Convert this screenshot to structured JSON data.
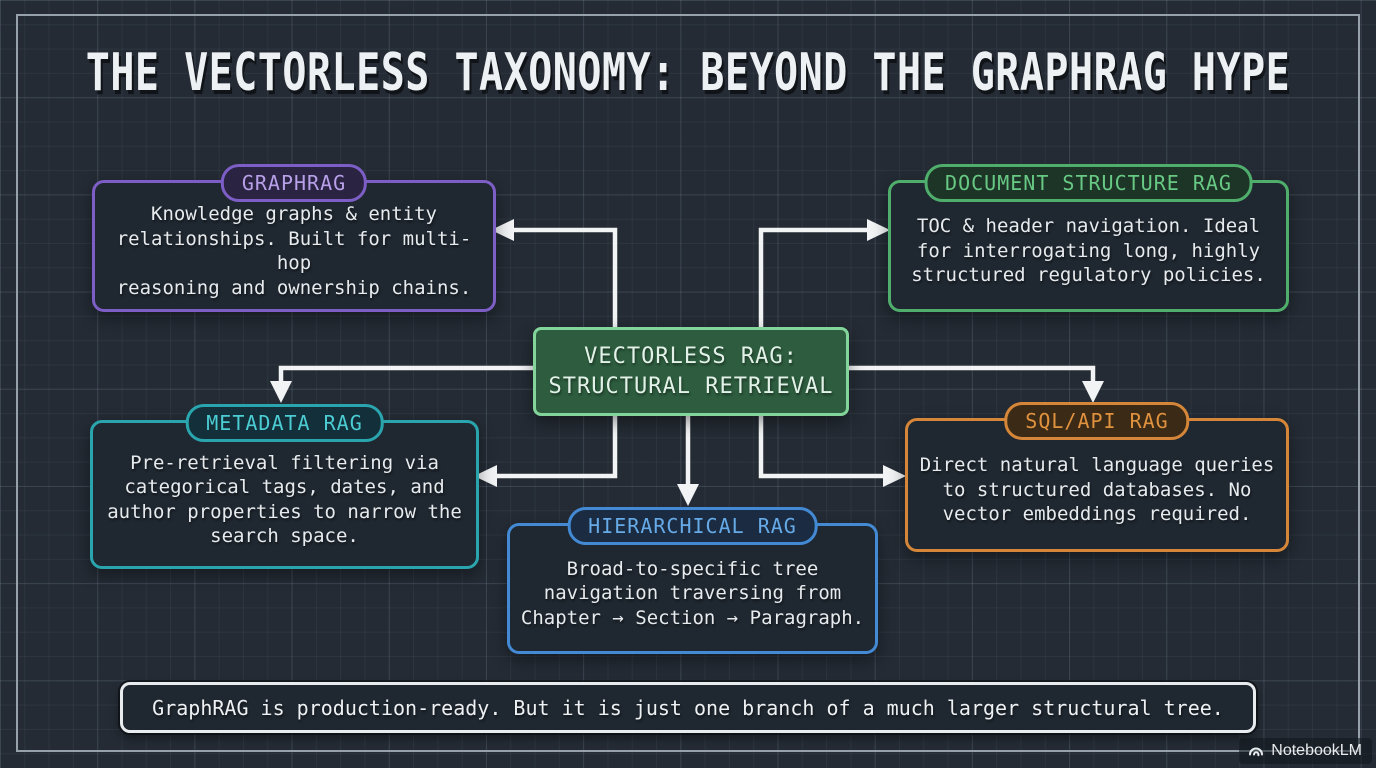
{
  "title": "THE VECTORLESS TAXONOMY: BEYOND THE GRAPHRAG HYPE",
  "center": {
    "label": "VECTORLESS RAG:\nSTRUCTURAL RETRIEVAL",
    "fill": "#2d5c3e",
    "border": "#82d49a"
  },
  "nodes": {
    "graphrag": {
      "label": "GRAPHRAG",
      "body": "Knowledge graphs & entity\nrelationships. Built for multi-hop\nreasoning and ownership chains.",
      "accent": "#7d5ec6"
    },
    "document_structure": {
      "label": "DOCUMENT STRUCTURE RAG",
      "body": "TOC & header navigation. Ideal\nfor interrogating long, highly\nstructured regulatory policies.",
      "accent": "#4fae6c"
    },
    "metadata": {
      "label": "METADATA RAG",
      "body": "Pre-retrieval filtering via\ncategorical tags, dates, and\nauthor properties to narrow the\nsearch space.",
      "accent": "#2aa4ad"
    },
    "sql_api": {
      "label": "SQL/API RAG",
      "body": "Direct natural language queries\nto structured databases. No\nvector embeddings required.",
      "accent": "#d58638"
    },
    "hierarchical": {
      "label": "HIERARCHICAL RAG",
      "body": "Broad-to-specific tree\nnavigation traversing from\nChapter → Section → Paragraph.",
      "accent": "#4389d4"
    }
  },
  "banner": "GraphRAG is production-ready. But it is just one branch of a much larger structural tree.",
  "watermark": "NotebookLM",
  "colors": {
    "background": "#242b34",
    "grid_line": "#2f3842",
    "frame": "#96a1ab",
    "arrow": "#f1f3f4",
    "node_fill": "#1f2730",
    "body_text": "#e7ebee",
    "title_text": "#eef1f3"
  }
}
